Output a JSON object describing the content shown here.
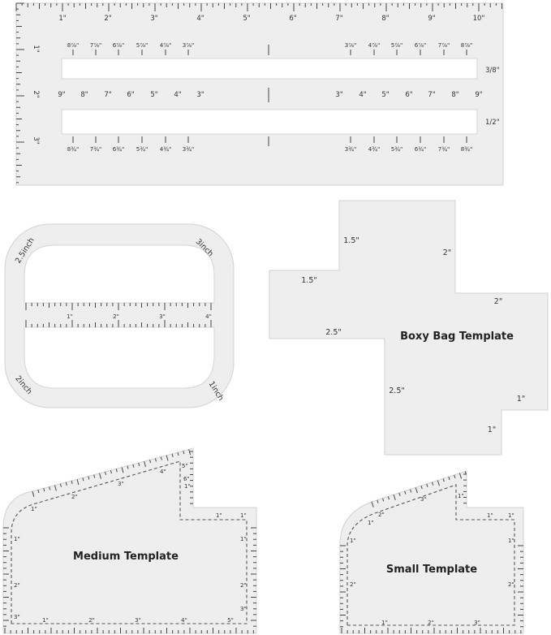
{
  "ruler": {
    "top_inches": [
      "1\"",
      "2\"",
      "3\"",
      "4\"",
      "5\"",
      "6\"",
      "7\"",
      "8\"",
      "9\"",
      "10\""
    ],
    "left_inches": [
      "1\"",
      "2\"",
      "3\""
    ],
    "row1_left": [
      "8⅞\"",
      "7⅞\"",
      "6⅞\"",
      "5⅞\"",
      "4⅞\"",
      "3⅞\""
    ],
    "row1_right": [
      "3⅞\"",
      "4⅞\"",
      "5⅞\"",
      "6⅞\"",
      "7⅞\"",
      "8⅞\""
    ],
    "row2_left": [
      "9\"",
      "8\"",
      "7\"",
      "6\"",
      "5\"",
      "4\"",
      "3\""
    ],
    "row2_right": [
      "3\"",
      "4\"",
      "5\"",
      "6\"",
      "7\"",
      "8\"",
      "9\""
    ],
    "row3_left": [
      "8¾\"",
      "7¾\"",
      "6¾\"",
      "5¾\"",
      "4¾\"",
      "3¾\""
    ],
    "row3_right": [
      "3¾\"",
      "4¾\"",
      "5¾\"",
      "6¾\"",
      "7¾\"",
      "8¾\""
    ],
    "slot1_label": "3/8\"",
    "slot2_label": "1/2\""
  },
  "corner_template": {
    "top_left": "2.5inch",
    "top_right": "3inch",
    "bottom_left": "2inch",
    "bottom_right": "1inch",
    "scale": [
      "1\"",
      "2\"",
      "3\"",
      "4\""
    ]
  },
  "boxy": {
    "title": "Boxy Bag Template",
    "labels": [
      "1.5\"",
      "2\"",
      "1.5\"",
      "2\"",
      "2.5\"",
      "2.5\"",
      "1\"",
      "1\""
    ]
  },
  "medium": {
    "title": "Medium Template",
    "slope_labels": [
      "1\"",
      "2\"",
      "3\"",
      "4\"",
      "5\"",
      "6\""
    ],
    "bottom_labels": [
      "1\"",
      "2\"",
      "3\"",
      "4\"",
      "5\""
    ],
    "left_labels": [
      "1\"",
      "2\"",
      "3\""
    ],
    "right_labels": [
      "1\"",
      "2\"",
      "3\""
    ],
    "notch_labels": [
      "1\"",
      "1\"",
      "1\""
    ]
  },
  "small": {
    "title": "Small Template",
    "slope_labels": [
      "1\"",
      "2\"",
      "3\""
    ],
    "bottom_labels": [
      "1\"",
      "2\"",
      "3\""
    ],
    "left_labels": [
      "1\"",
      "2\""
    ],
    "right_labels": [
      "1\"",
      "2\""
    ],
    "notch_labels": [
      "1\"",
      "1\"",
      "1\""
    ]
  }
}
